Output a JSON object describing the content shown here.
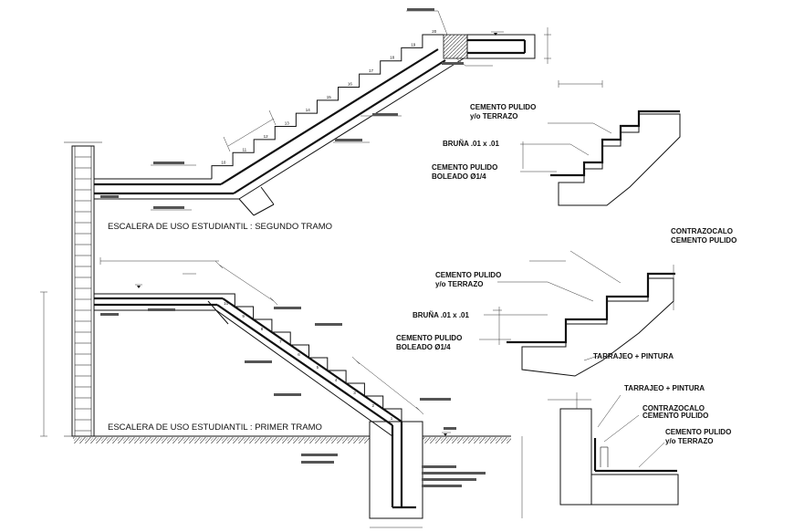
{
  "titles": {
    "upper": "ESCALERA DE USO ESTUDIANTIL : SEGUNDO TRAMO",
    "lower": "ESCALERA DE USO ESTUDIANTIL : PRIMER TRAMO"
  },
  "details": {
    "d1": {
      "finish": [
        "CEMENTO PULIDO",
        "y/o TERRAZO"
      ],
      "bruna": "BRUÑA .01 x .01",
      "boleado": [
        "CEMENTO PULIDO",
        "BOLEADO Ø1/4"
      ]
    },
    "d2": {
      "contrazocalo": [
        "CONTRAZOCALO",
        "CEMENTO PULIDO"
      ],
      "finish": [
        "CEMENTO PULIDO",
        "y/o TERRAZO"
      ],
      "bruna": "BRUÑA .01 x .01",
      "boleado": [
        "CEMENTO PULIDO",
        "BOLEADO Ø1/4"
      ],
      "tarrajeo": "TARRAJEO + PINTURA"
    },
    "d3": {
      "tarrajeo": "TARRAJEO + PINTURA",
      "contrazocalo": [
        "CONTRAZOCALO",
        "CEMENTO PULIDO"
      ],
      "finish": [
        "CEMENTO PULIDO",
        "y/o TERRAZO"
      ]
    }
  },
  "step_numbers": {
    "upper": [
      "10",
      "11",
      "12",
      "13",
      "14",
      "15",
      "16",
      "17",
      "18",
      "19",
      "20"
    ],
    "lower": [
      "1",
      "2",
      "3",
      "4",
      "5",
      "6",
      "7",
      "8",
      "9",
      "10"
    ]
  }
}
